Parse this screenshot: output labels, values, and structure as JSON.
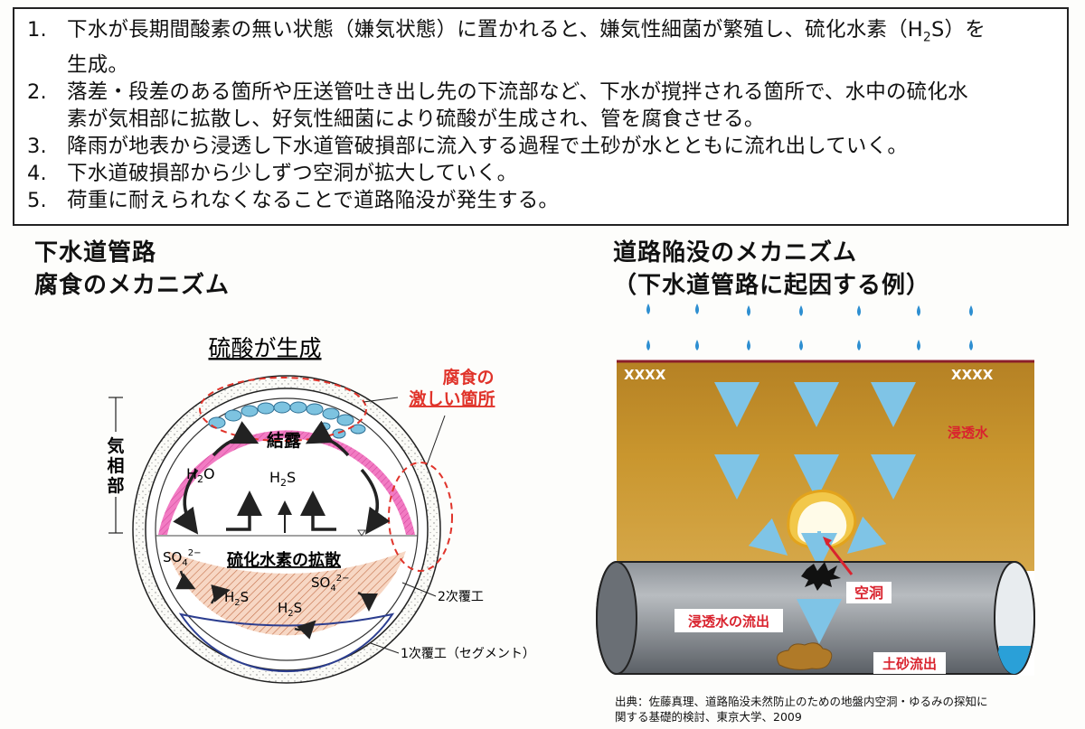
{
  "steps": [
    {
      "num": "1.",
      "pre": "下水が長期間酸素の無い状態（嫌気状態）に置かれると、嫌気性細菌が繁殖し、硫化水素（H",
      "sub": "2",
      "post": "S）を",
      "cont": "生成。"
    },
    {
      "num": "2.",
      "text": "落差・段差のある箇所や圧送管吐き出し先の下流部など、下水が撹拌される箇所で、水中の硫化水",
      "cont": "素が気相部に拡散し、好気性細菌により硫酸が生成され、管を腐食させる。"
    },
    {
      "num": "3.",
      "text": "降雨が地表から浸透し下水道管破損部に流入する過程で土砂が水とともに流れ出していく。"
    },
    {
      "num": "4.",
      "text": "下水道破損部から少しずつ空洞が拡大していく。"
    },
    {
      "num": "5.",
      "text": "荷重に耐えられなくなることで道路陥没が発生する。"
    }
  ],
  "left": {
    "title1": "下水道管路",
    "title2": "腐食のメカニズム",
    "sulfuric": "硫酸が生成",
    "corrosion1": "腐食の",
    "corrosion2": "激しい箇所",
    "gas_phase": [
      "気",
      "相",
      "部"
    ],
    "condensation": "結露",
    "h2o": {
      "base": "H",
      "sub": "2",
      "end": "O"
    },
    "h2s": {
      "base": "H",
      "sub": "2",
      "end": "S"
    },
    "so4": {
      "base": "SO",
      "sub": "4",
      "sup": "2−"
    },
    "diffusion": "硫化水素の拡散",
    "lining2": "2次覆工",
    "lining1": "1次覆工（セグメント）"
  },
  "right": {
    "title1": "道路陥没のメカニズム",
    "title2": "（下水道管路に起因する例）",
    "infiltration": "浸透水",
    "cavity": "空洞",
    "outflow_water": "浸透水の流出",
    "outflow_soil": "土砂流出",
    "credit1": "出典：佐藤真理、道路陥没未然防止のための地盤内空洞・ゆるみの探知に",
    "credit2": "関する基礎的検討、東京大学、2009"
  },
  "colors": {
    "red": "#e0332a",
    "pink": "#e83fa5",
    "soil": "#c9962e",
    "pipe": "#6f747a",
    "arrow": "#7fc4e6"
  }
}
